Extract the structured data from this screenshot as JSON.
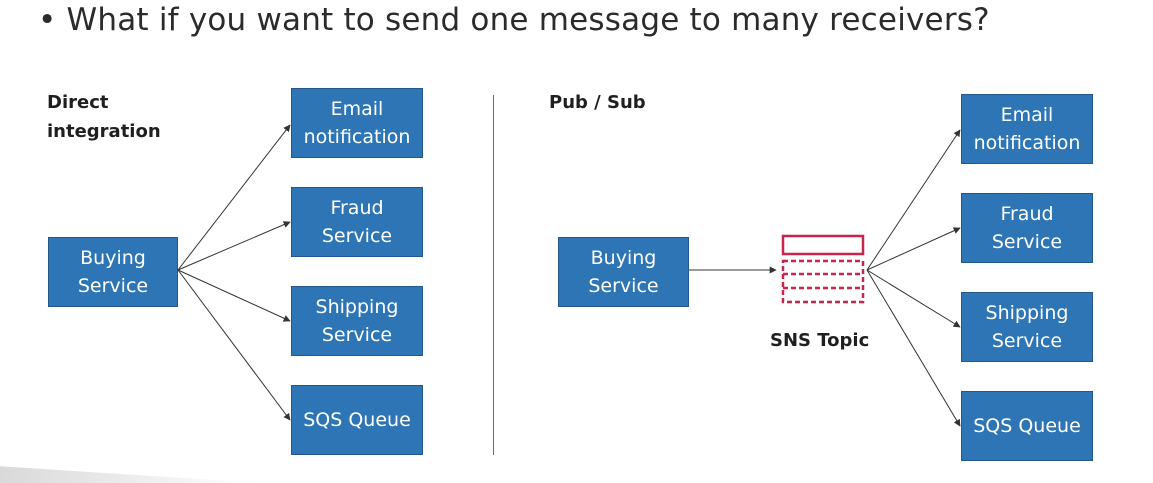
{
  "title": "• What if you want to send one message to many receivers?",
  "left": {
    "heading": "Direct\nintegration",
    "source": "Buying\nService",
    "targets": [
      "Email\nnotification",
      "Fraud\nService",
      "Shipping\nService",
      "SQS Queue"
    ]
  },
  "right": {
    "heading": "Pub / Sub",
    "source": "Buying\nService",
    "topic_label": "SNS Topic",
    "targets": [
      "Email\nnotification",
      "Fraud\nService",
      "Shipping\nService",
      "SQS Queue"
    ]
  },
  "colors": {
    "box_fill": "#2e75b6",
    "sns_icon": "#c7254e"
  }
}
